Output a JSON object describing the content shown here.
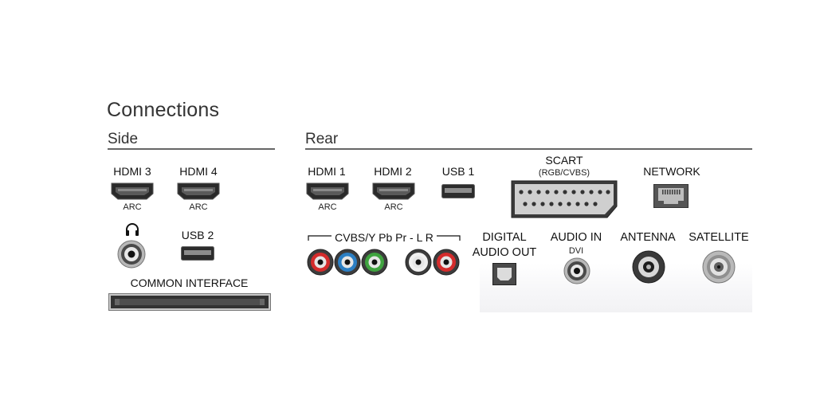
{
  "title": "Connections",
  "side": {
    "heading": "Side",
    "hdmi3": {
      "label": "HDMI 3",
      "sub": "ARC"
    },
    "hdmi4": {
      "label": "HDMI 4",
      "sub": "ARC"
    },
    "headphone": {
      "icon": "headphones-icon"
    },
    "usb2": {
      "label": "USB 2"
    },
    "common_interface": {
      "label": "COMMON INTERFACE"
    }
  },
  "rear": {
    "heading": "Rear",
    "hdmi1": {
      "label": "HDMI 1",
      "sub": "ARC"
    },
    "hdmi2": {
      "label": "HDMI 2",
      "sub": "ARC"
    },
    "usb1": {
      "label": "USB 1"
    },
    "scart": {
      "label": "SCART",
      "sub": "(RGB/CVBS)"
    },
    "network": {
      "label": "NETWORK"
    },
    "component": {
      "label": "CVBS/Y Pb Pr - L R",
      "jack_colors": [
        "#d42c2c",
        "#2b7fc4",
        "#3fa33f",
        "#f0f0f0",
        "#d42c2c"
      ]
    },
    "digital_audio_out": {
      "label_line1": "DIGITAL",
      "label_line2": "AUDIO OUT"
    },
    "audio_in": {
      "label": "AUDIO IN",
      "sub": "DVI"
    },
    "antenna": {
      "label": "ANTENNA"
    },
    "satellite": {
      "label": "SATELLITE"
    }
  }
}
